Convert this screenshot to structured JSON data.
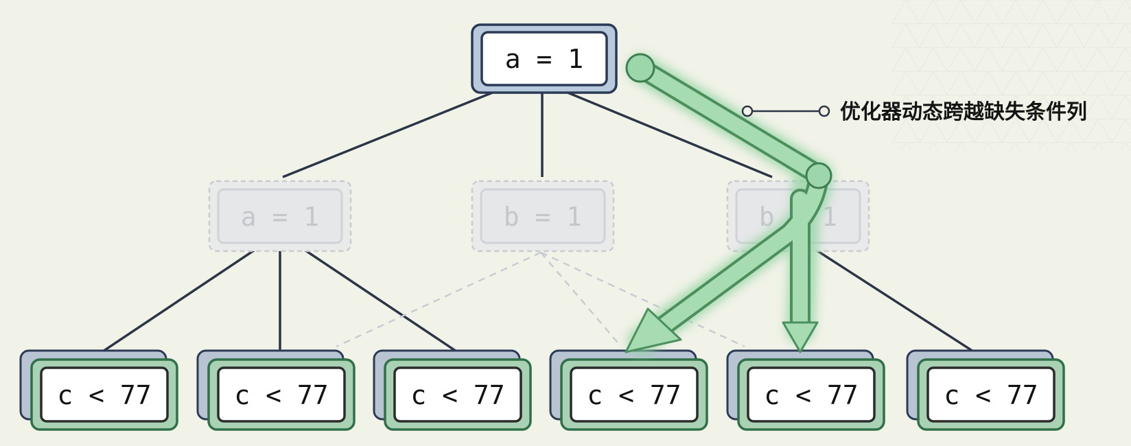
{
  "root": {
    "label": "a = 1"
  },
  "middle": [
    {
      "label": "a = 1"
    },
    {
      "label": "b = 1"
    },
    {
      "label": "b = 1"
    }
  ],
  "leaves": [
    {
      "label": "c < 77"
    },
    {
      "label": "c < 77"
    },
    {
      "label": "c < 77"
    },
    {
      "label": "c < 77"
    },
    {
      "label": "c < 77"
    },
    {
      "label": "c < 77"
    }
  ],
  "callout": {
    "text": "优化器动态跨越缺失条件列"
  },
  "colors": {
    "background": "#f1f2e8",
    "root_fill": "#b8c9dd",
    "root_border": "#2a3a55",
    "leaf_back_fill": "#b8c4d2",
    "leaf_front_fill": "#a9d2b4",
    "leaf_border": "#2f7048",
    "green_path": "#7dc48f",
    "faded": "#d0d2d6"
  }
}
